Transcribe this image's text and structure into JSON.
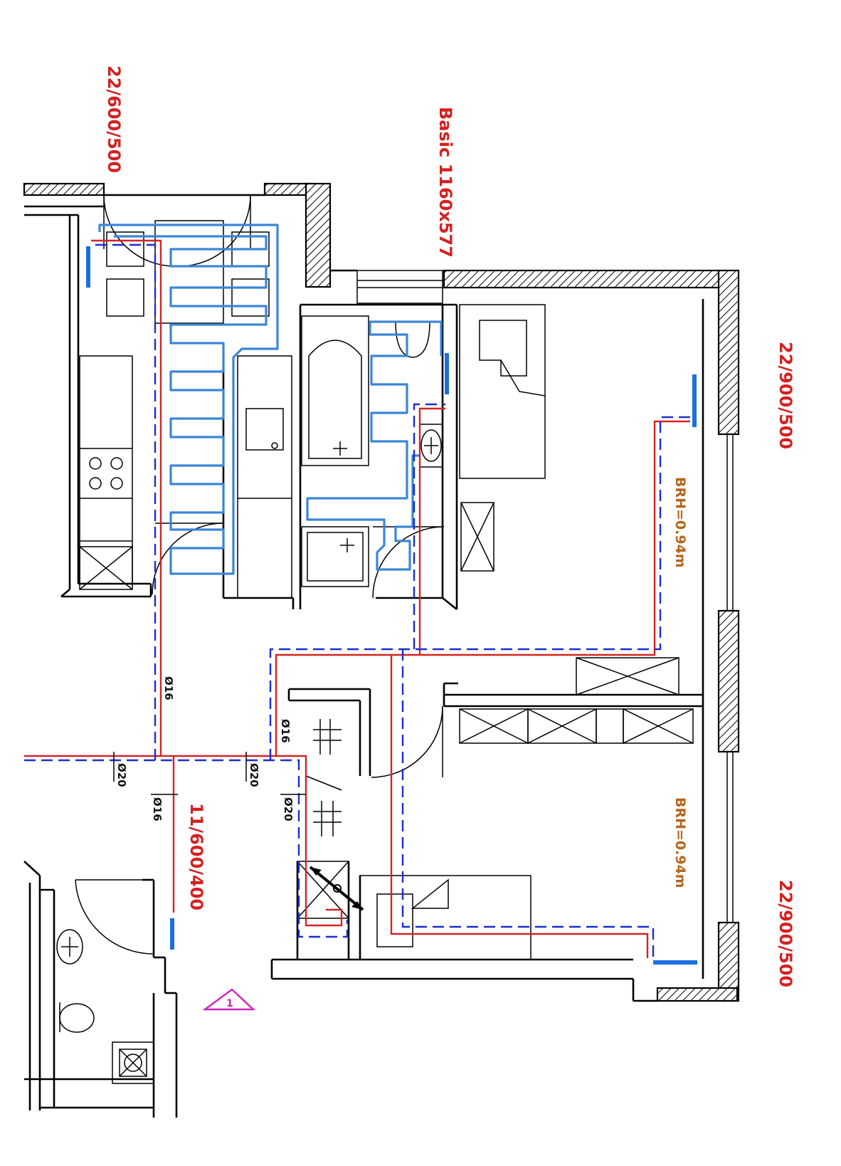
{
  "labels": {
    "radiator_top_left": "22/600/500",
    "basic_window": "Basic 1160x577",
    "radiator_right_upper": "22/900/500",
    "radiator_right_lower": "22/900/500",
    "radiator_center": "11/600/400",
    "brh_upper": "BRH=0.94m",
    "brh_lower": "BRH=0.94m"
  },
  "pipe_sizes": {
    "p16_a": "Ø16",
    "p16_b": "Ø16",
    "p16_c": "Ø16",
    "p20_a": "Ø20",
    "p20_b": "Ø20",
    "p20_c": "Ø20"
  },
  "marker": {
    "text": "1"
  },
  "colors": {
    "supply_pipe": "#d42424",
    "return_pipe": "#1a2ed0",
    "floor_heating": "#3a86d8",
    "label_red": "#d42020",
    "label_brown": "#b5651d",
    "marker_magenta": "#d020c0"
  }
}
